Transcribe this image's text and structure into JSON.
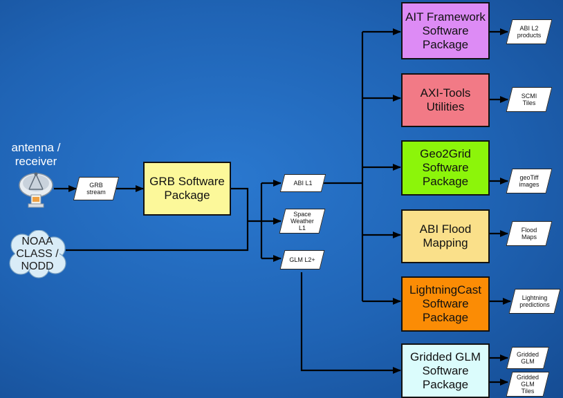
{
  "colors": {
    "grb": "#fcf89a",
    "ait": "#dd8bf5",
    "axi": "#f27a86",
    "geo2grid": "#8cf50a",
    "flood": "#fae08a",
    "lightningcast": "#fb8c05",
    "gridded": "#dbfcfc"
  },
  "sources": {
    "antenna_label": "antenna /\nreceiver",
    "antenna_icon": "satellite-dish-icon",
    "noaa_label": "NOAA\nCLASS /\nNODD"
  },
  "streams": {
    "grb_stream": "GRB\nstream",
    "abi_l1": "ABI L1",
    "space_weather": "Space\nWeather\nL1",
    "glm_l2": "GLM L2+"
  },
  "packages": {
    "grb": "GRB Software\nPackage",
    "ait": "AIT Framework\nSoftware\nPackage",
    "axi": "AXI-Tools\nUtilities",
    "geo2grid": "Geo2Grid\nSoftware\nPackage",
    "flood": "ABI Flood\nMapping",
    "lightningcast": "LightningCast\nSoftware\nPackage",
    "gridded": "Gridded GLM\nSoftware\nPackage"
  },
  "outputs": {
    "abi_l2": "ABI L2\nproducts",
    "scmi": "SCMI\nTiles",
    "geotiff": "geoTiff\nimages",
    "flood_maps": "Flood\nMaps",
    "lightning_pred": "Lightning\npredictions",
    "gridded_glm": "Gridded\nGLM",
    "gridded_glm_tiles": "Gridded\nGLM\nTiles"
  }
}
